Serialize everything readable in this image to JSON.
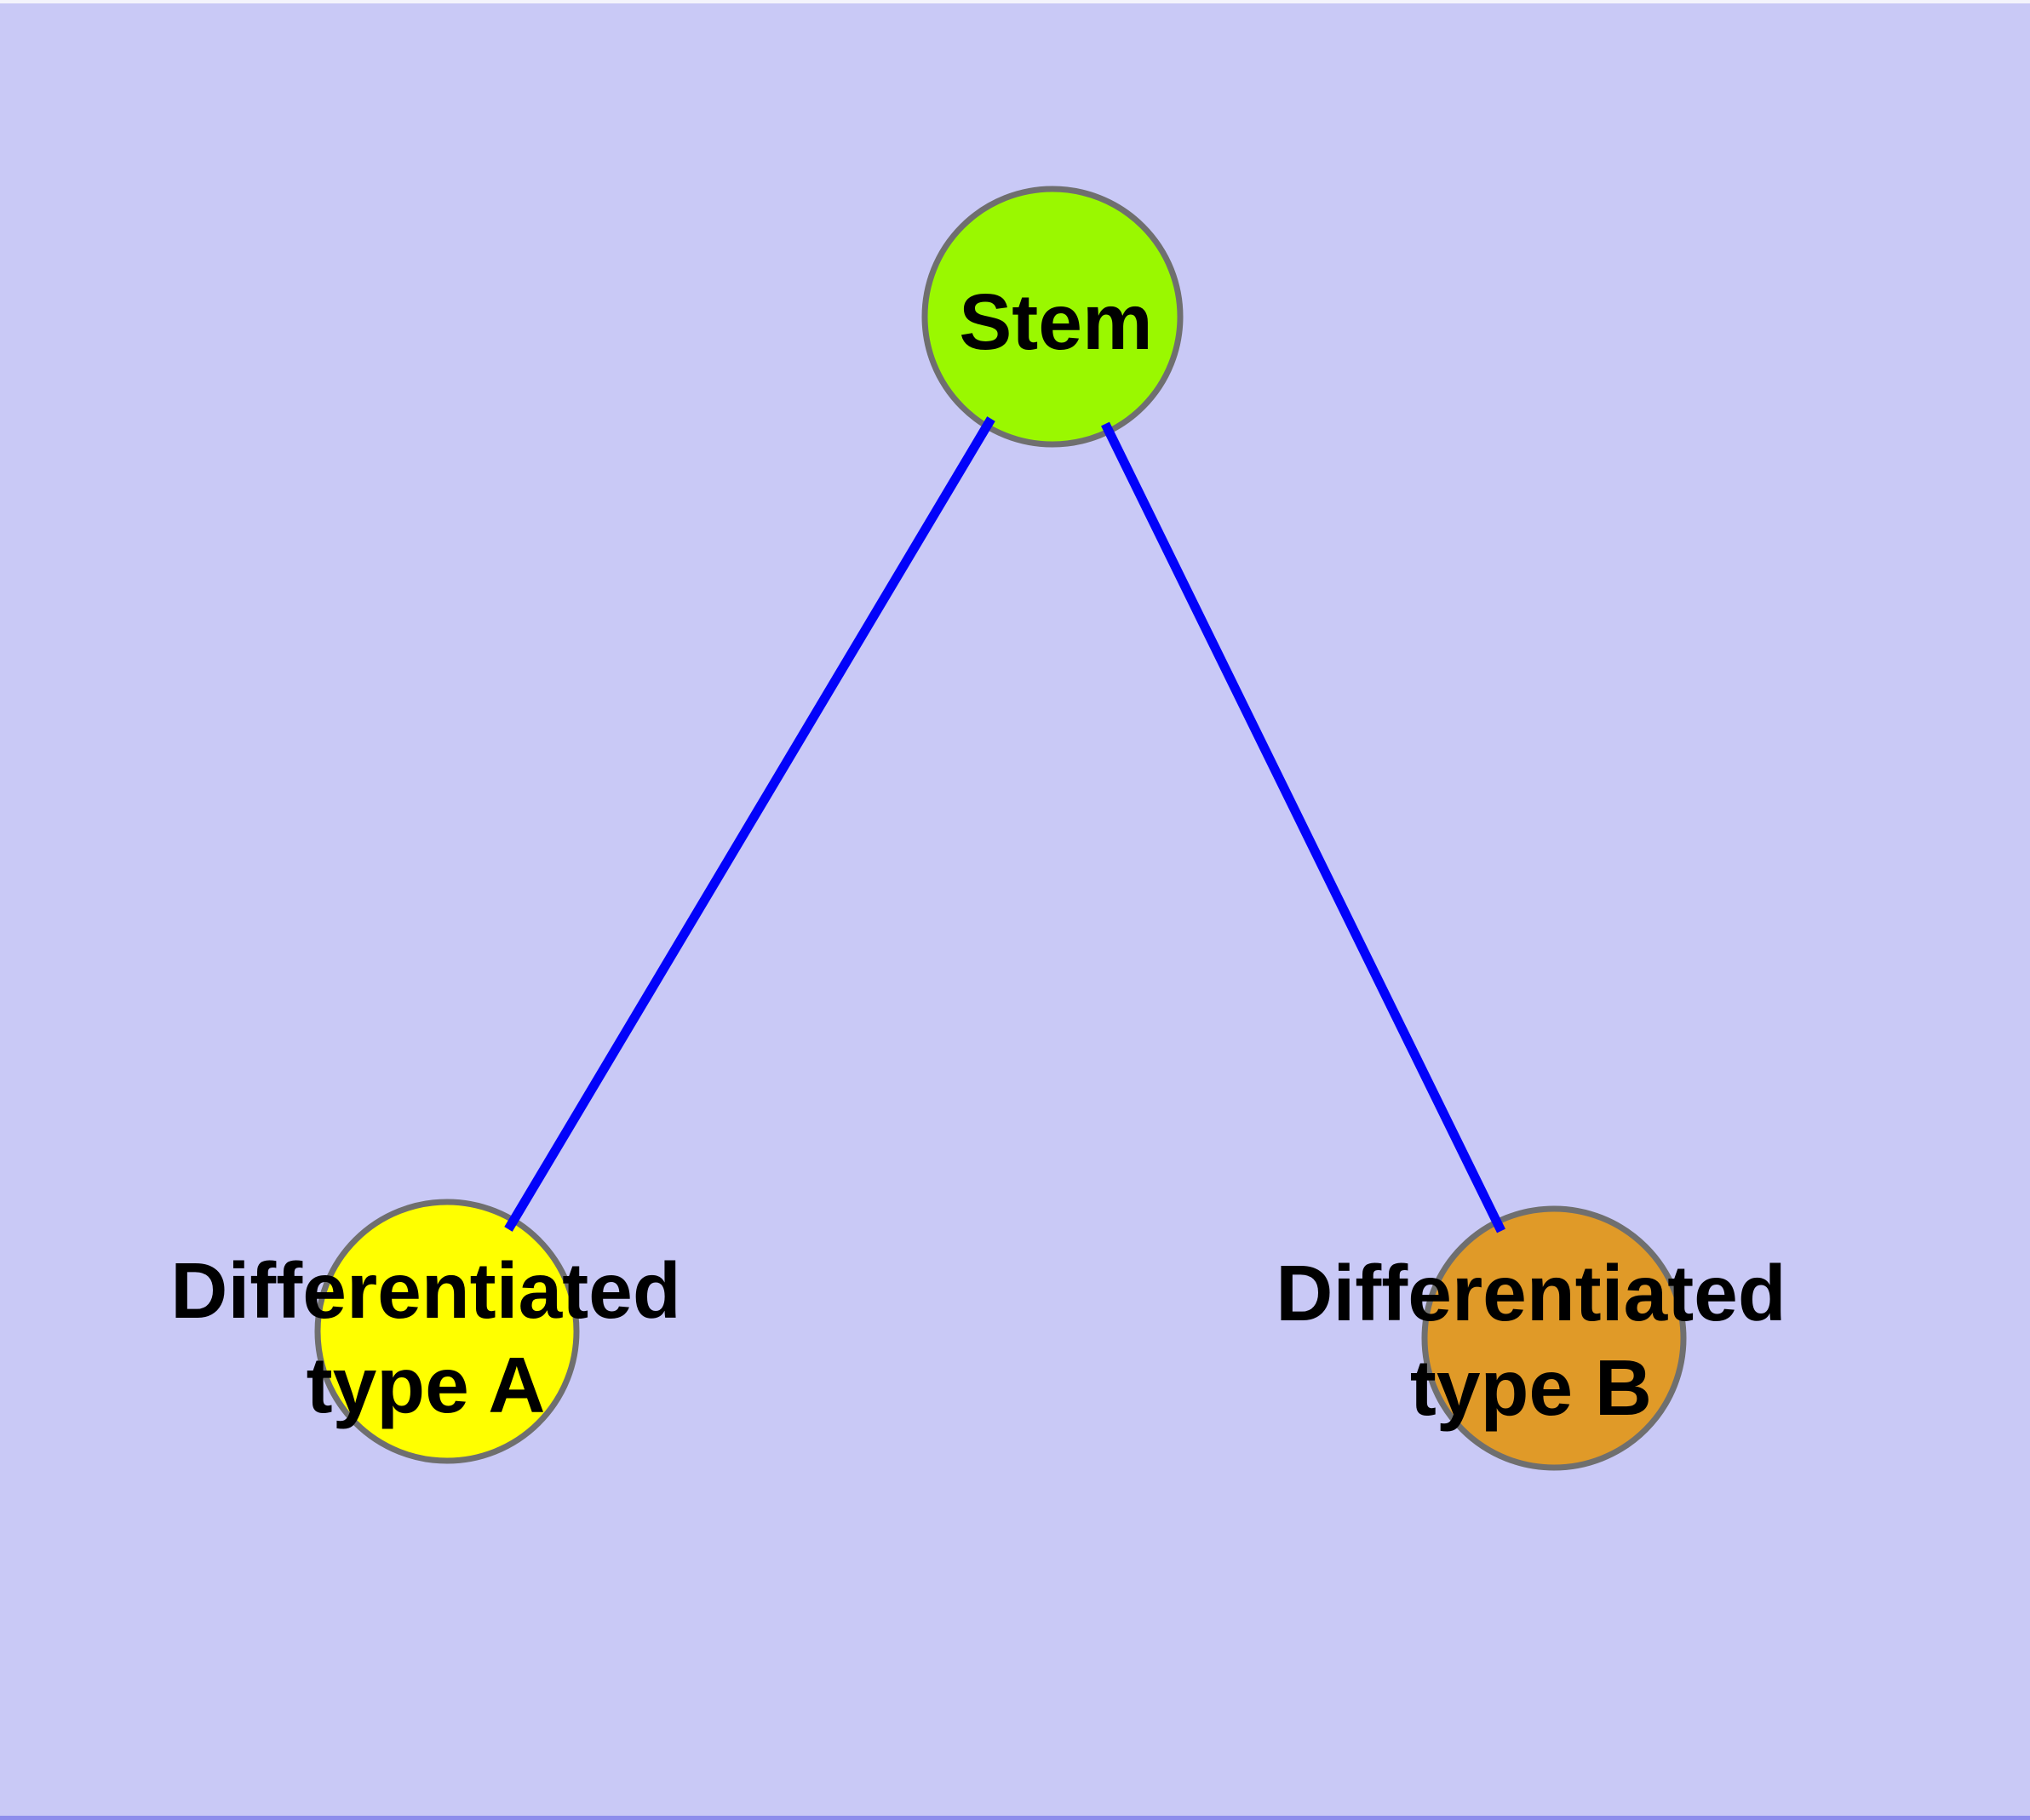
{
  "diagram": {
    "description": "Stem cell differentiation graph: one stem node branching to two differentiated cell type nodes",
    "colors": {
      "background": "#c9c9f6",
      "edge": "#0202fa",
      "node_border": "#6f6f6f",
      "label_text": "#000000",
      "top_edge_strip": "#f4f4fc",
      "bottom_edge_strip": "#8d8dec"
    },
    "nodes": [
      {
        "id": "stem",
        "label": "Stem",
        "fill": "#9af800"
      },
      {
        "id": "differentiated-type-a",
        "label_line1": "Differentiated",
        "label_line2": "type A",
        "fill": "#ffff00"
      },
      {
        "id": "differentiated-type-b",
        "label_line1": "Differentiated",
        "label_line2": "type B",
        "fill": "#e09a28"
      }
    ],
    "edges": [
      {
        "from": "Stem",
        "to": "Differentiated type A"
      },
      {
        "from": "Stem",
        "to": "Differentiated type B"
      }
    ]
  }
}
